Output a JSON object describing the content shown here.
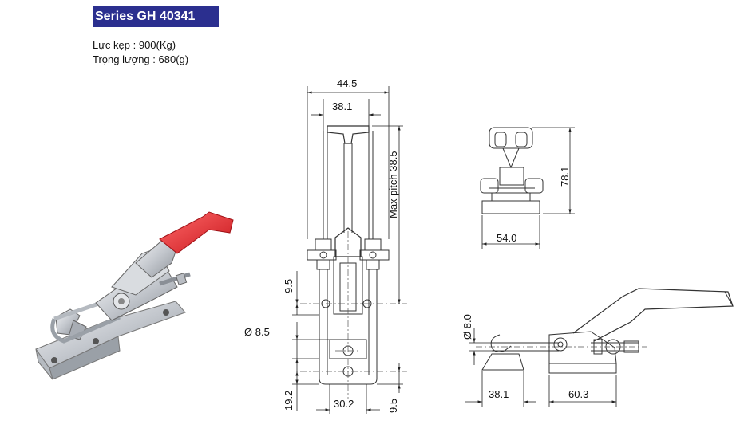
{
  "header": {
    "title": "Series GH 40341",
    "clamping_force": "Lực kẹp : 900(Kg)",
    "weight": "Trọng lượng : 680(g)"
  },
  "front_view": {
    "dim_overall_width": "44.5",
    "dim_inner_width": "38.1",
    "dim_max_pitch": "Max pitch 38.5",
    "dim_hole_offset": "9.5",
    "dim_hole_diameter": "Ø 8.5",
    "dim_base_height": "19.2",
    "dim_base_width": "30.2",
    "dim_base_offset": "9.5"
  },
  "top_view": {
    "dim_height": "78.1",
    "dim_width": "54.0"
  },
  "side_view": {
    "dim_diameter": "Ø 8.0",
    "dim_base_length": "38.1",
    "dim_body_length": "60.3"
  },
  "colors": {
    "title_bg": "#2b2f8f",
    "handle": "#e0262b",
    "metal": "#c8ccd2"
  }
}
